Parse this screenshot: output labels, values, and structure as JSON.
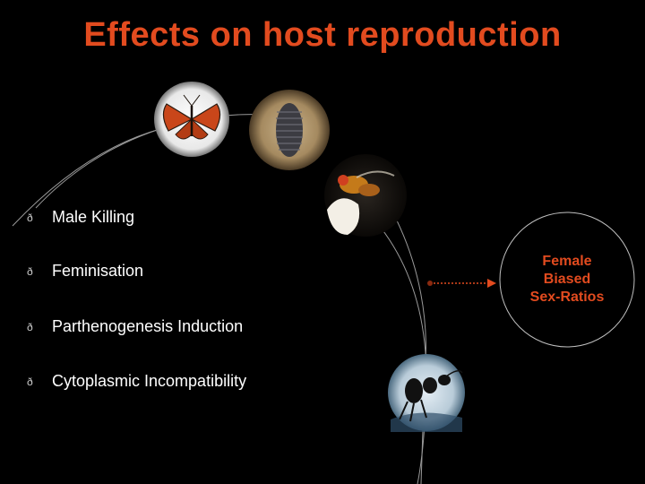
{
  "slide": {
    "title": "Effects on host reproduction",
    "bullets": [
      {
        "marker": "ð",
        "label": "Male Killing"
      },
      {
        "marker": "ð",
        "label": "Feminisation"
      },
      {
        "marker": "ð",
        "label": "Parthenogenesis Induction"
      },
      {
        "marker": "ð",
        "label": "Cytoplasmic Incompatibility"
      }
    ],
    "result_lines": [
      "Female",
      "Biased",
      "Sex-Ratios"
    ],
    "colors": {
      "accent": "#e24b1f",
      "circle_outline": "#c0c0c0",
      "background": "#000000"
    },
    "images": [
      "butterfly-photo",
      "woodlouse-photo",
      "fly-photo",
      "wasp-photo"
    ]
  }
}
